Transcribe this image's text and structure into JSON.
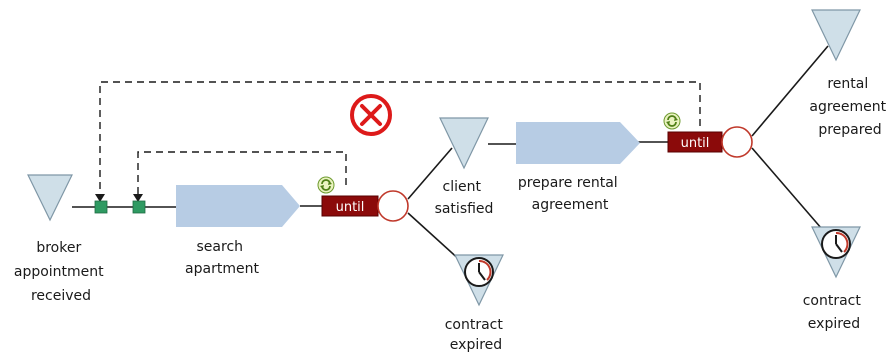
{
  "diagram": {
    "events": {
      "broker_appointment": {
        "lines": [
          "broker",
          "appointment",
          "received"
        ]
      },
      "client_satisfied": {
        "lines": [
          "client",
          "satisfied"
        ]
      },
      "contract_expired_1": {
        "lines": [
          "contract",
          "expired"
        ]
      },
      "rental_agreement_prepared": {
        "lines": [
          "rental",
          "agreement",
          "prepared"
        ]
      },
      "contract_expired_2": {
        "lines": [
          "contract",
          "expired"
        ]
      }
    },
    "functions": {
      "search_apartment": {
        "lines": [
          "search",
          "apartment"
        ]
      },
      "prepare_rental_agreement": {
        "lines": [
          "prepare rental",
          "agreement"
        ]
      }
    },
    "until_1": "until",
    "until_2": "until",
    "icons": [
      "error-icon",
      "loop-icon",
      "clock-icon"
    ],
    "colors": {
      "event_fill": "#cfdfe8",
      "function_fill": "#b7cce4",
      "until_fill": "#8b0a0a",
      "connector_fill": "#2f9a62",
      "error_red": "#dd1a1a",
      "xor_stroke": "#c0392b"
    }
  }
}
